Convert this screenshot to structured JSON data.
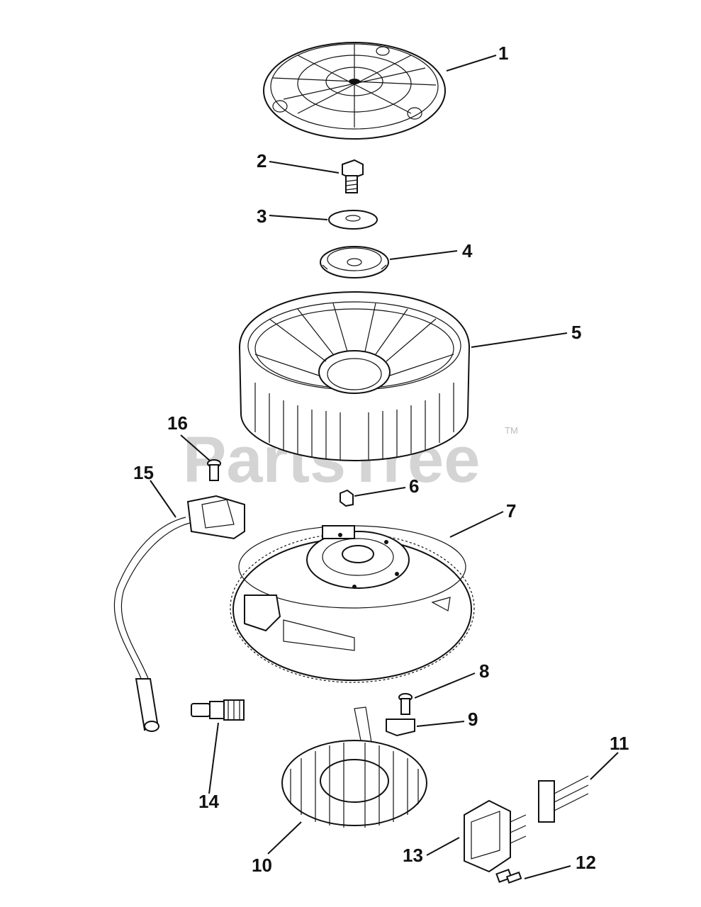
{
  "watermark": {
    "text": "PartsTree",
    "trademark": "TM"
  },
  "callouts": {
    "c1": "1",
    "c2": "2",
    "c3": "3",
    "c4": "4",
    "c5": "5",
    "c6": "6",
    "c7": "7",
    "c8": "8",
    "c9": "9",
    "c10": "10",
    "c11": "11",
    "c12": "12",
    "c13": "13",
    "c14": "14",
    "c15": "15",
    "c16": "16"
  },
  "icons": {
    "p1": "fan-screen-icon",
    "p2": "flywheel-bolt-icon",
    "p3": "washer-icon",
    "p4": "fan-retainer-icon",
    "p5": "cooling-fan-icon",
    "p6": "flywheel-key-icon",
    "p7": "flywheel-icon",
    "p8": "screw-icon",
    "p9": "clip-icon",
    "p10": "stator-icon",
    "p11": "connector-icon",
    "p12": "screw-icon",
    "p13": "rectifier-regulator-icon",
    "p14": "spark-plug-icon",
    "p15": "ignition-module-icon",
    "p16": "screw-icon"
  }
}
